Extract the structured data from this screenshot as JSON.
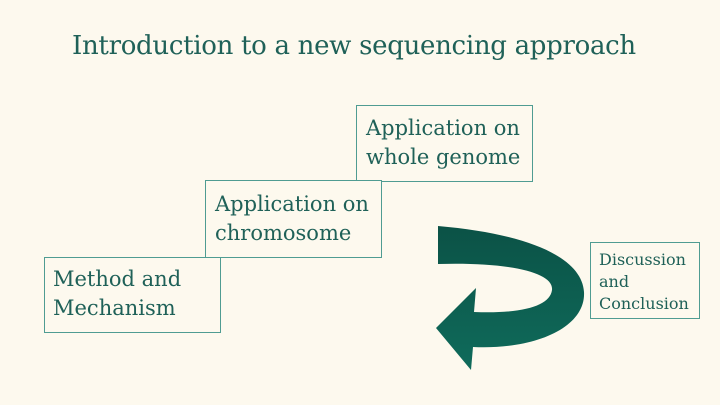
{
  "slide": {
    "title": "Introduction to a new sequencing approach"
  },
  "steps": {
    "method": {
      "line1": "Method and",
      "line2": "Mechanism"
    },
    "chromosome": {
      "line1": "Application on",
      "line2": "chromosome"
    },
    "whole_genome": {
      "line1": "Application on",
      "line2": "whole genome"
    },
    "discussion": {
      "line1": "Discussion",
      "line2": "and",
      "line3": "Conclusion"
    }
  },
  "colors": {
    "background": "#fdf9ee",
    "text": "#1f6158",
    "box_border": "#4f9c92",
    "arrow_dark": "#0b5246",
    "arrow_light": "#0f6b5b"
  },
  "icons": {
    "return_arrow": "curved-u-turn-arrow"
  }
}
